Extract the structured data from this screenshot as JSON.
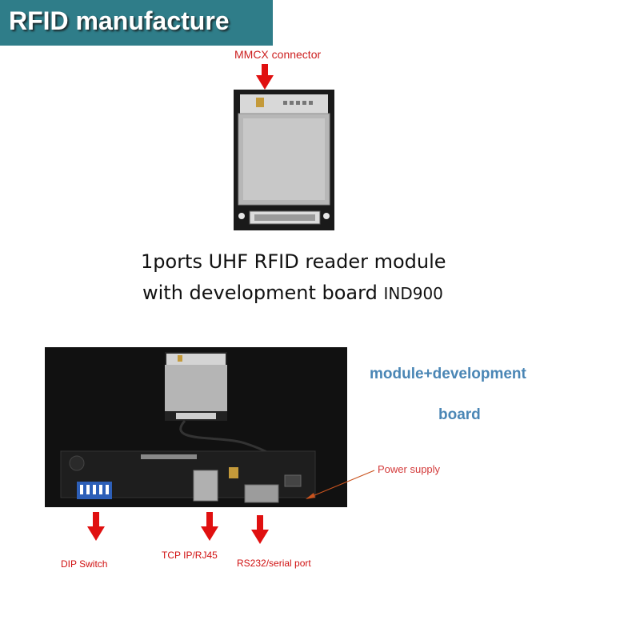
{
  "banner": {
    "title": "RFID manufacture"
  },
  "module": {
    "connector_label": "MMCX connector"
  },
  "product": {
    "line1": "1ports UHF RFID reader module",
    "line2_prefix": "with development board",
    "line2_model": "IND900"
  },
  "board": {
    "caption_line1": "module+development",
    "caption_line2": "board",
    "power_label": "Power supply",
    "dip_label": "DIP Switch",
    "tcp_label": "TCP IP/RJ45",
    "serial_label": "RS232/serial port"
  },
  "colors": {
    "banner": "#2f7d89",
    "arrow": "#e01010",
    "caption": "#4a86b5"
  }
}
